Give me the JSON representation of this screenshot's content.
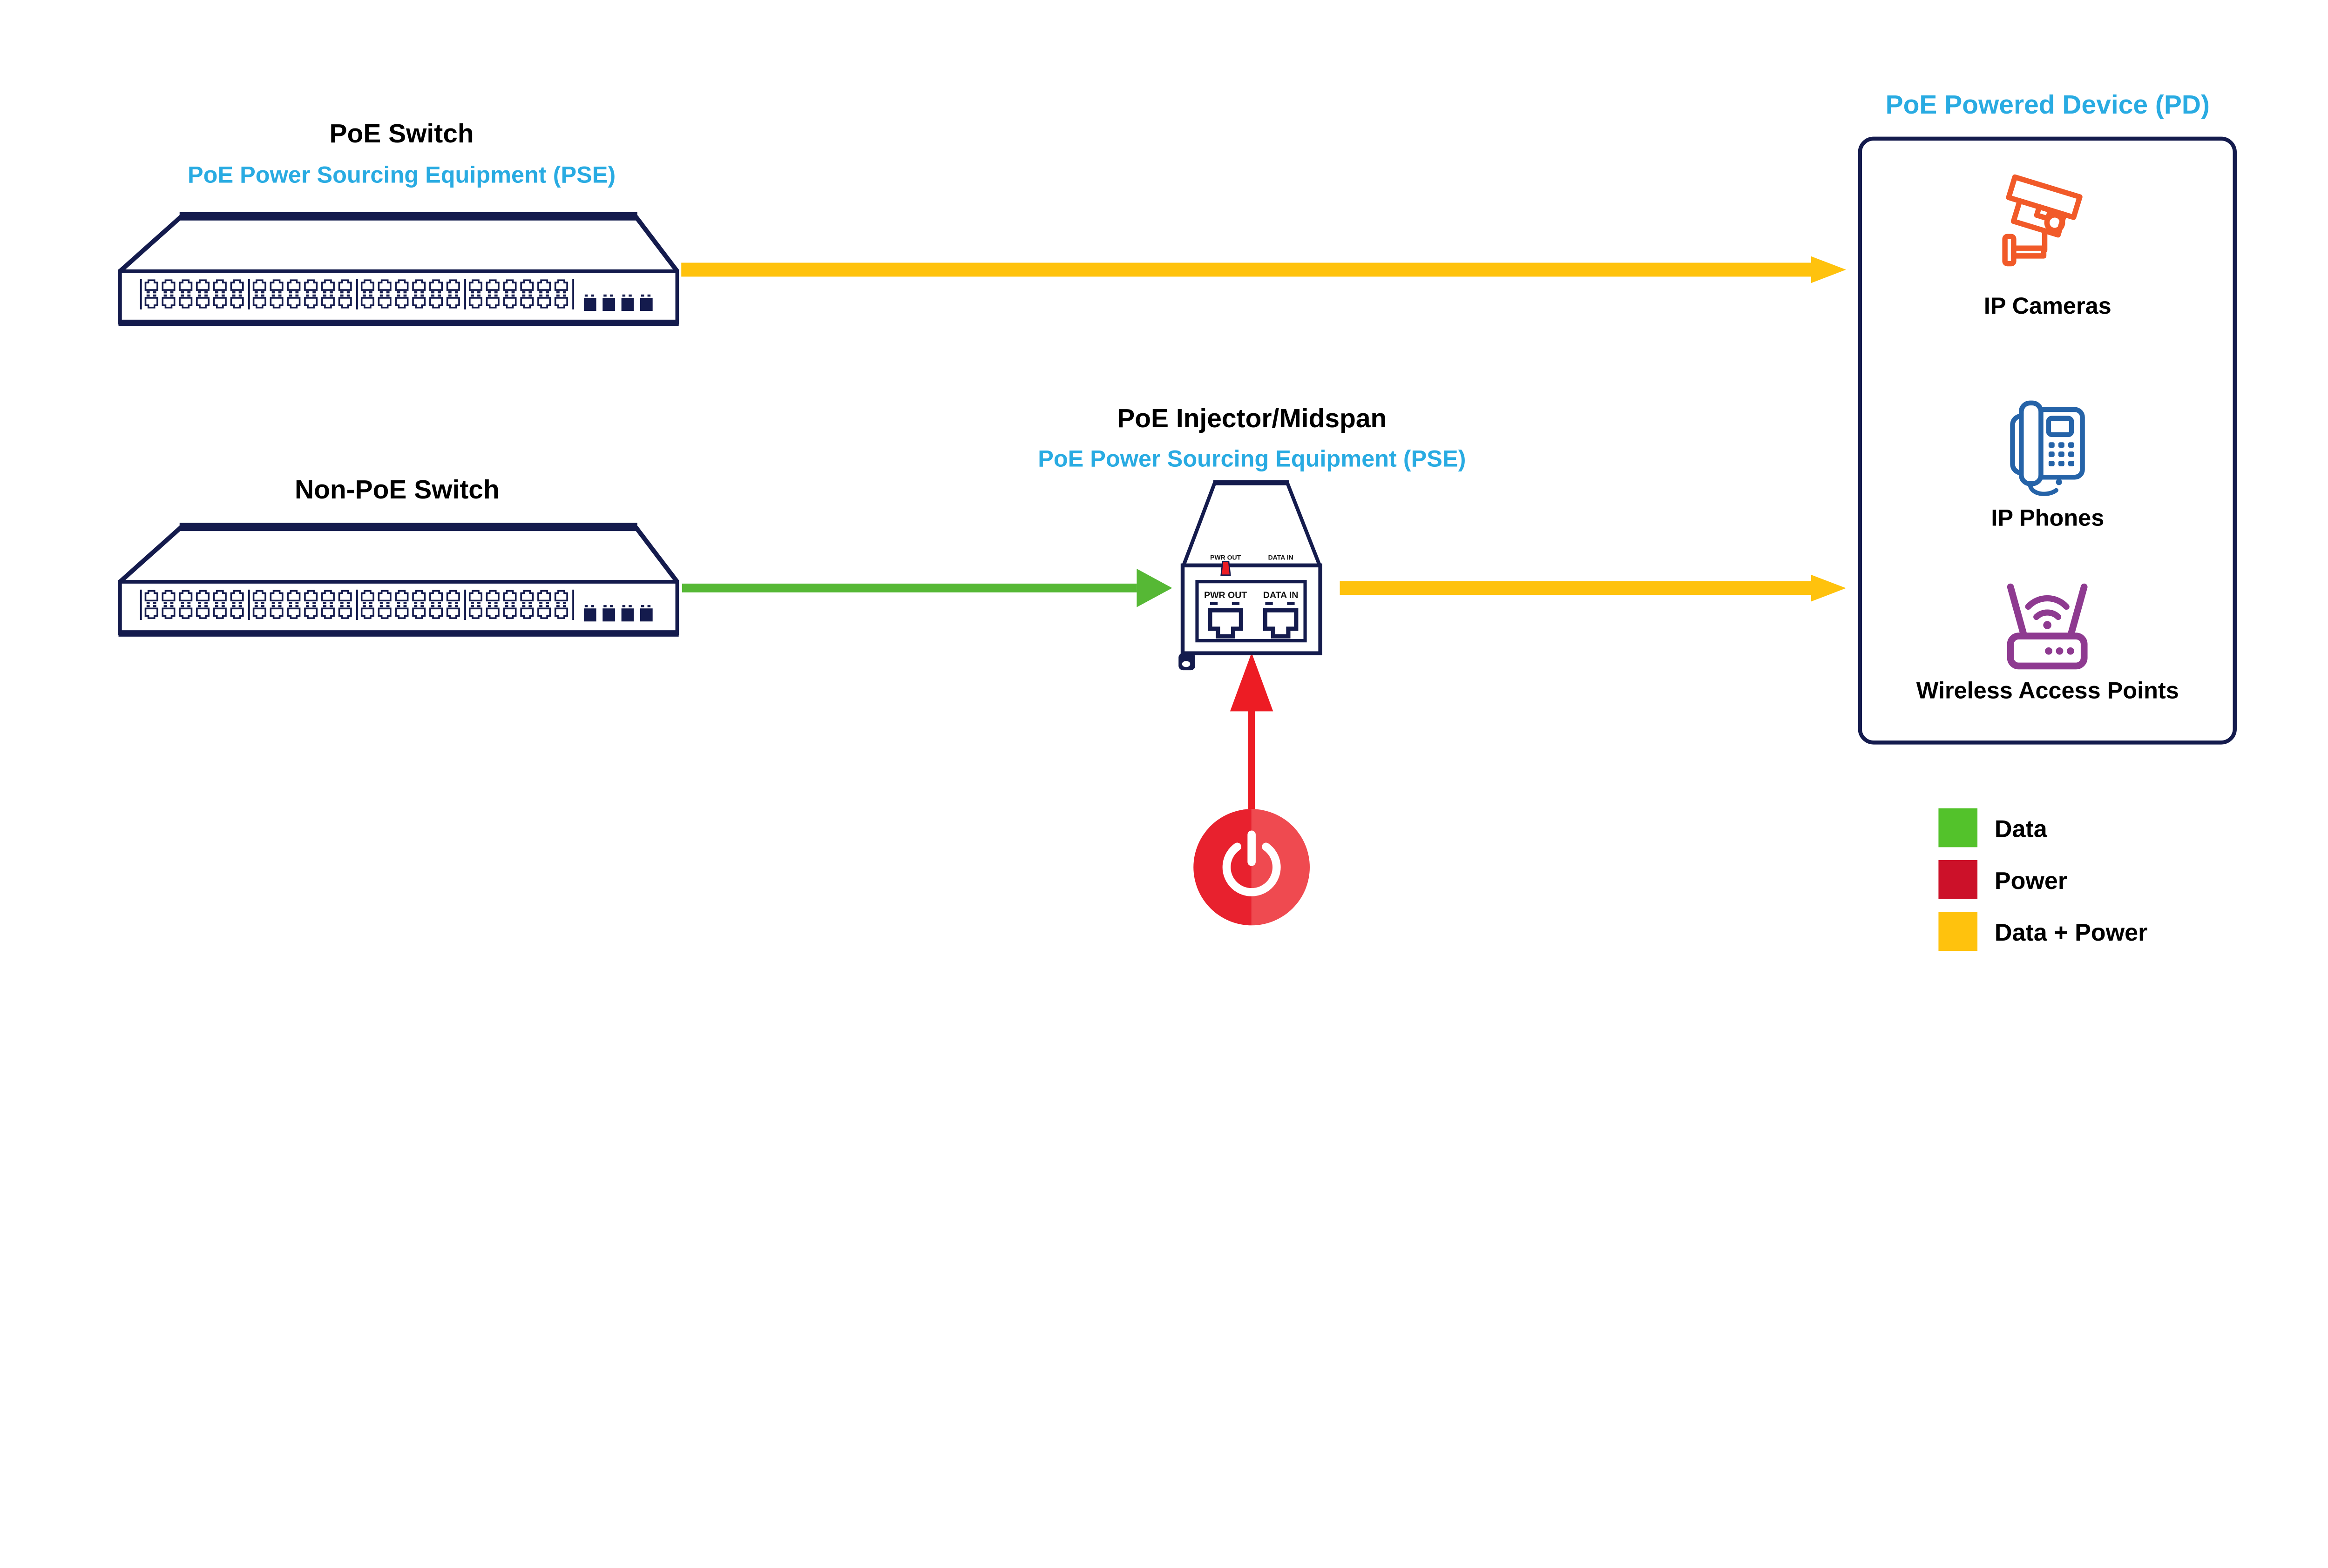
{
  "nodes": {
    "poe_switch": {
      "title": "PoE Switch",
      "subtitle": "PoE Power Sourcing Equipment (PSE)"
    },
    "non_poe_switch": {
      "title": "Non-PoE Switch"
    },
    "injector": {
      "title": "PoE Injector/Midspan",
      "subtitle": "PoE Power Sourcing Equipment (PSE)",
      "labels": {
        "pwr_out": "PWR OUT",
        "data_in": "DATA IN"
      }
    },
    "pd_panel": {
      "title": "PoE Powered Device (PD)",
      "devices": [
        {
          "label": "IP Cameras",
          "icon": "cctv-camera-icon"
        },
        {
          "label": "IP Phones",
          "icon": "ip-phone-icon"
        },
        {
          "label": "Wireless Access Points",
          "icon": "wireless-access-point-icon"
        }
      ]
    }
  },
  "legend": {
    "items": [
      {
        "label": "Data",
        "color": "#53C22B"
      },
      {
        "label": "Power",
        "color": "#CC1129"
      },
      {
        "label": "Data + Power",
        "color": "#FFC20D"
      }
    ]
  },
  "colors": {
    "navy": "#141B4D",
    "cyan": "#29ABE2",
    "black": "#000000",
    "data_green": "#56B835",
    "data_power_yellow": "#FFC20D",
    "power_red": "#ED1C24",
    "power_red_dark": "#E8212E",
    "power_red_light": "#EF4A50",
    "camera_orange": "#F15A29",
    "phone_blue": "#2563A8",
    "ap_purple": "#8E3A90"
  },
  "switch_ports": {
    "groups": 4,
    "ports_per_group": 6,
    "rows": 2,
    "uplink_ports": 4
  }
}
